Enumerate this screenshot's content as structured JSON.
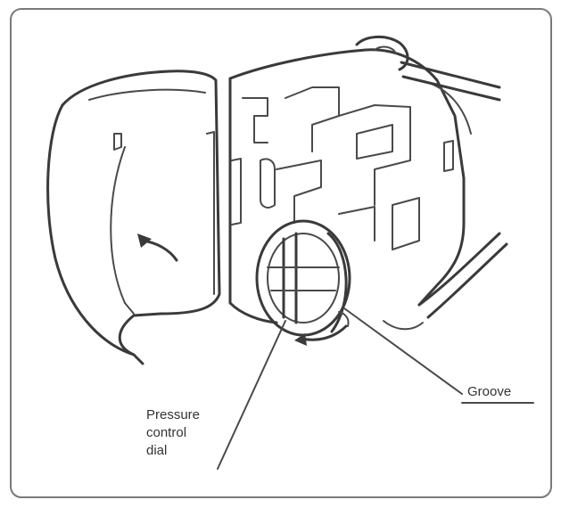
{
  "callouts": {
    "groove": "Groove",
    "pressure_dial": [
      "Pressure",
      "control",
      "dial"
    ]
  },
  "colors": {
    "ink": "#3a3a3a",
    "frame": "#7a7a7a",
    "background": "#ffffff"
  }
}
